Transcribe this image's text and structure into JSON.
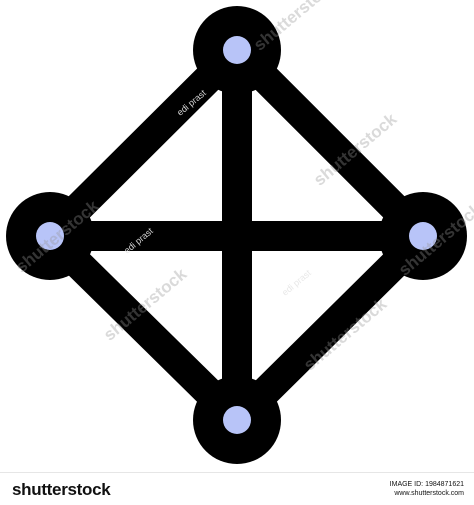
{
  "watermark": {
    "brand": "shutterstock",
    "author": "edi prast"
  },
  "footer": {
    "logo": "shutterstock",
    "image_id": "IMAGE ID: 1984871621",
    "site": "www.shutterstock.com"
  },
  "colors": {
    "stroke": "#000000",
    "node_center": "#b8c4f8",
    "background": "#ffffff"
  }
}
